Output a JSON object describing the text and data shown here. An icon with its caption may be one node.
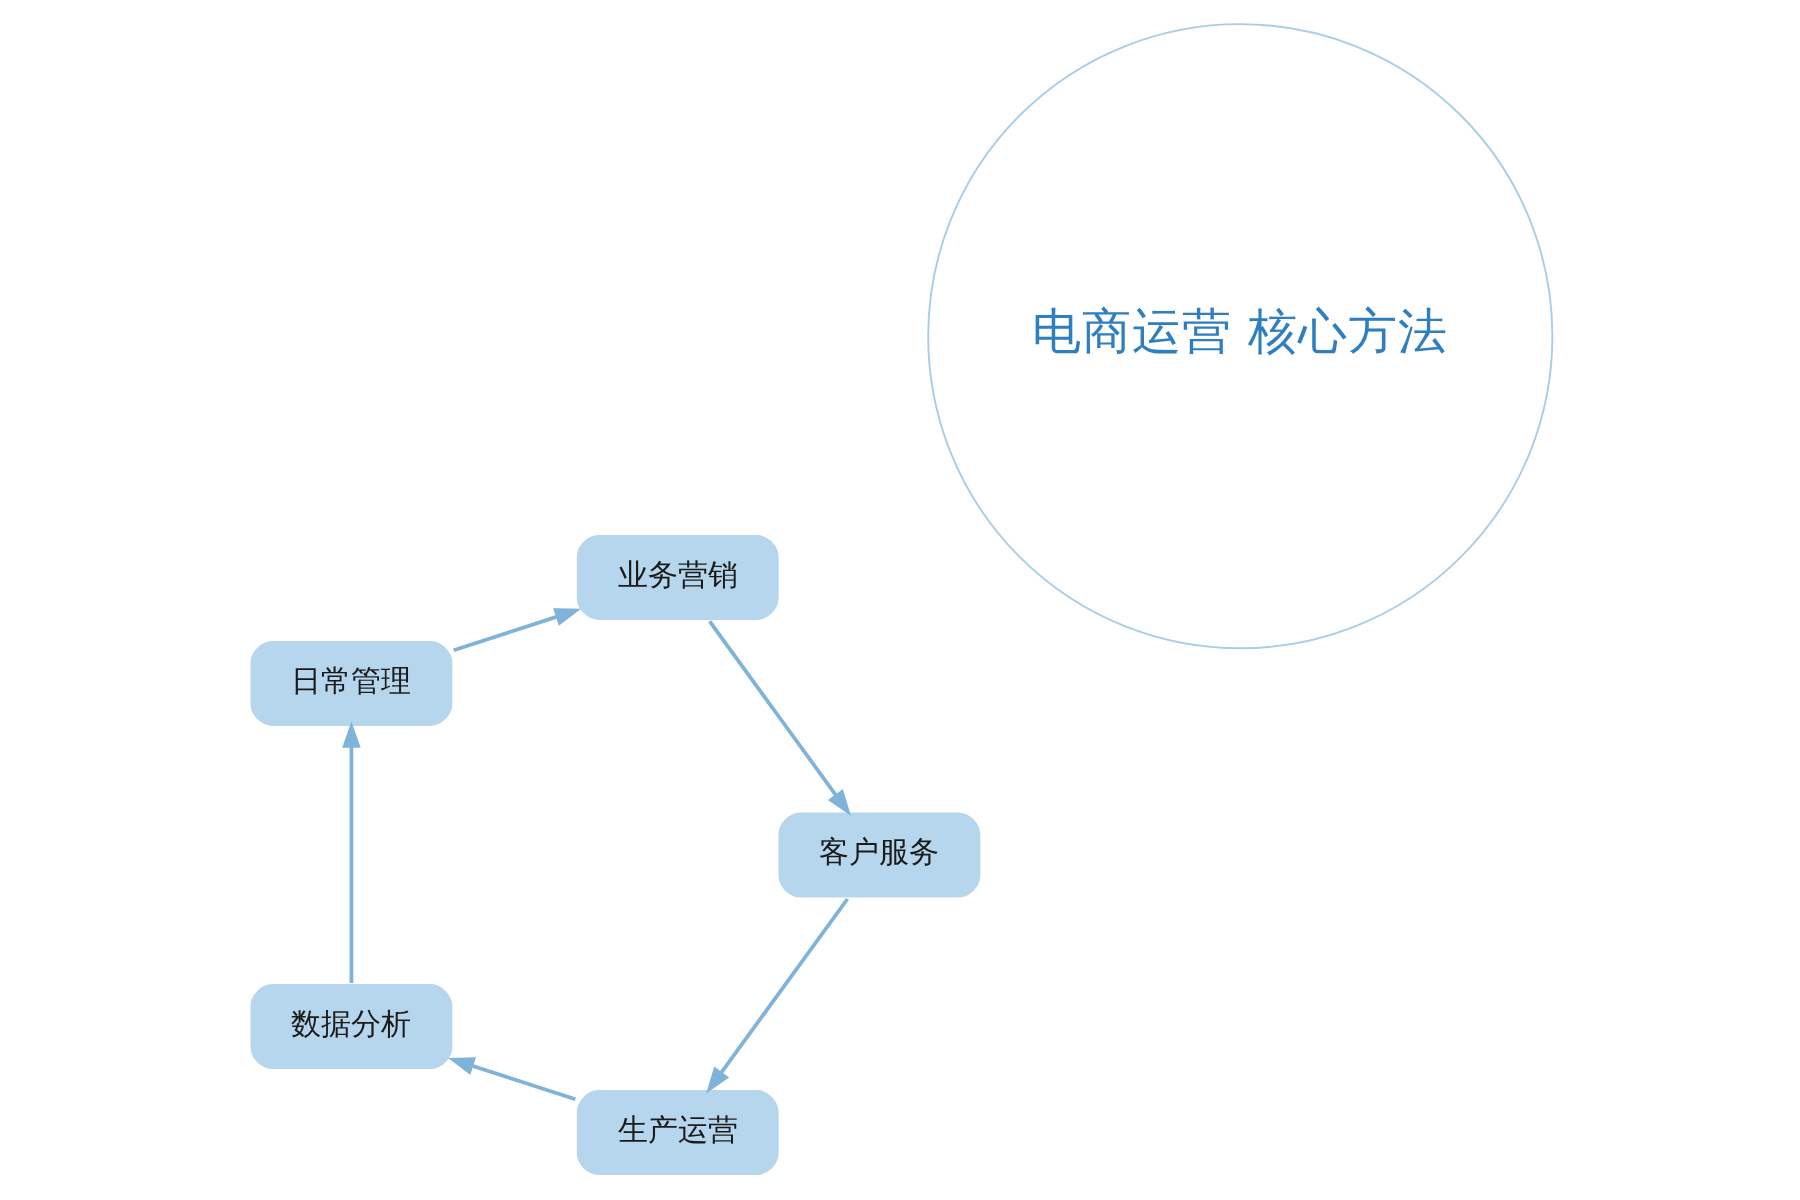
{
  "diagram": {
    "nodes": [
      {
        "text": [
          "电商运营 核心方法"
        ]
      },
      {
        "text": [
          "生产运营"
        ]
      },
      {
        "text": [
          "数据分析"
        ]
      },
      {
        "text": [
          "日常管理"
        ]
      },
      {
        "text": [
          "业务营销"
        ]
      },
      {
        "text": [
          "客户服务"
        ]
      }
    ],
    "edges": [
      {
        "from": 1,
        "to": 2,
        "arrow": "to"
      },
      {
        "from": 2,
        "to": 3,
        "arrow": "to"
      },
      {
        "from": 3,
        "to": 4,
        "arrow": "to"
      },
      {
        "from": 4,
        "to": 5,
        "arrow": "to"
      },
      {
        "from": 5,
        "to": 1,
        "arrow": "to"
      }
    ]
  }
}
